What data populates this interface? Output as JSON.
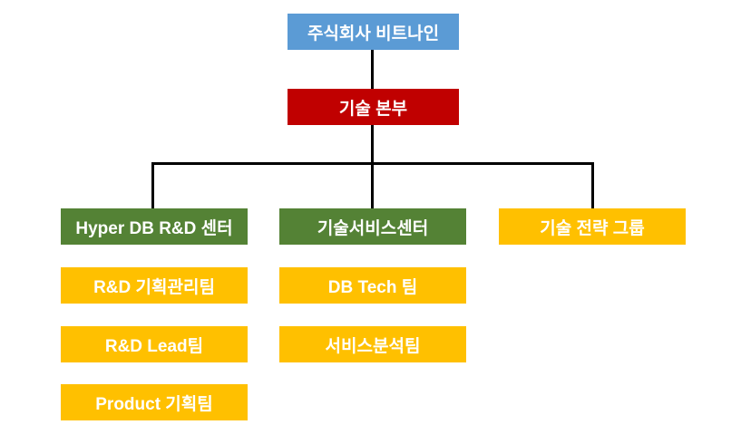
{
  "org": {
    "company": {
      "label": "주식회사 비트나인",
      "color": "#5B9BD5"
    },
    "division": {
      "label": "기술 본부",
      "color": "#C00000"
    },
    "branches": [
      {
        "label": "Hyper DB R&D 센터",
        "color": "#548235",
        "teams": [
          {
            "label": "R&D 기획관리팀"
          },
          {
            "label": "R&D Lead팀"
          },
          {
            "label": "Product 기획팀"
          }
        ]
      },
      {
        "label": "기술서비스센터",
        "color": "#548235",
        "teams": [
          {
            "label": "DB Tech 팀"
          },
          {
            "label": "서비스분석팀"
          }
        ]
      },
      {
        "label": "기술 전략 그룹",
        "color": "#FFC000",
        "teams": []
      }
    ],
    "team_color": "#FFC000",
    "text_color": "#FFFFFF",
    "connector_color": "#000000"
  }
}
